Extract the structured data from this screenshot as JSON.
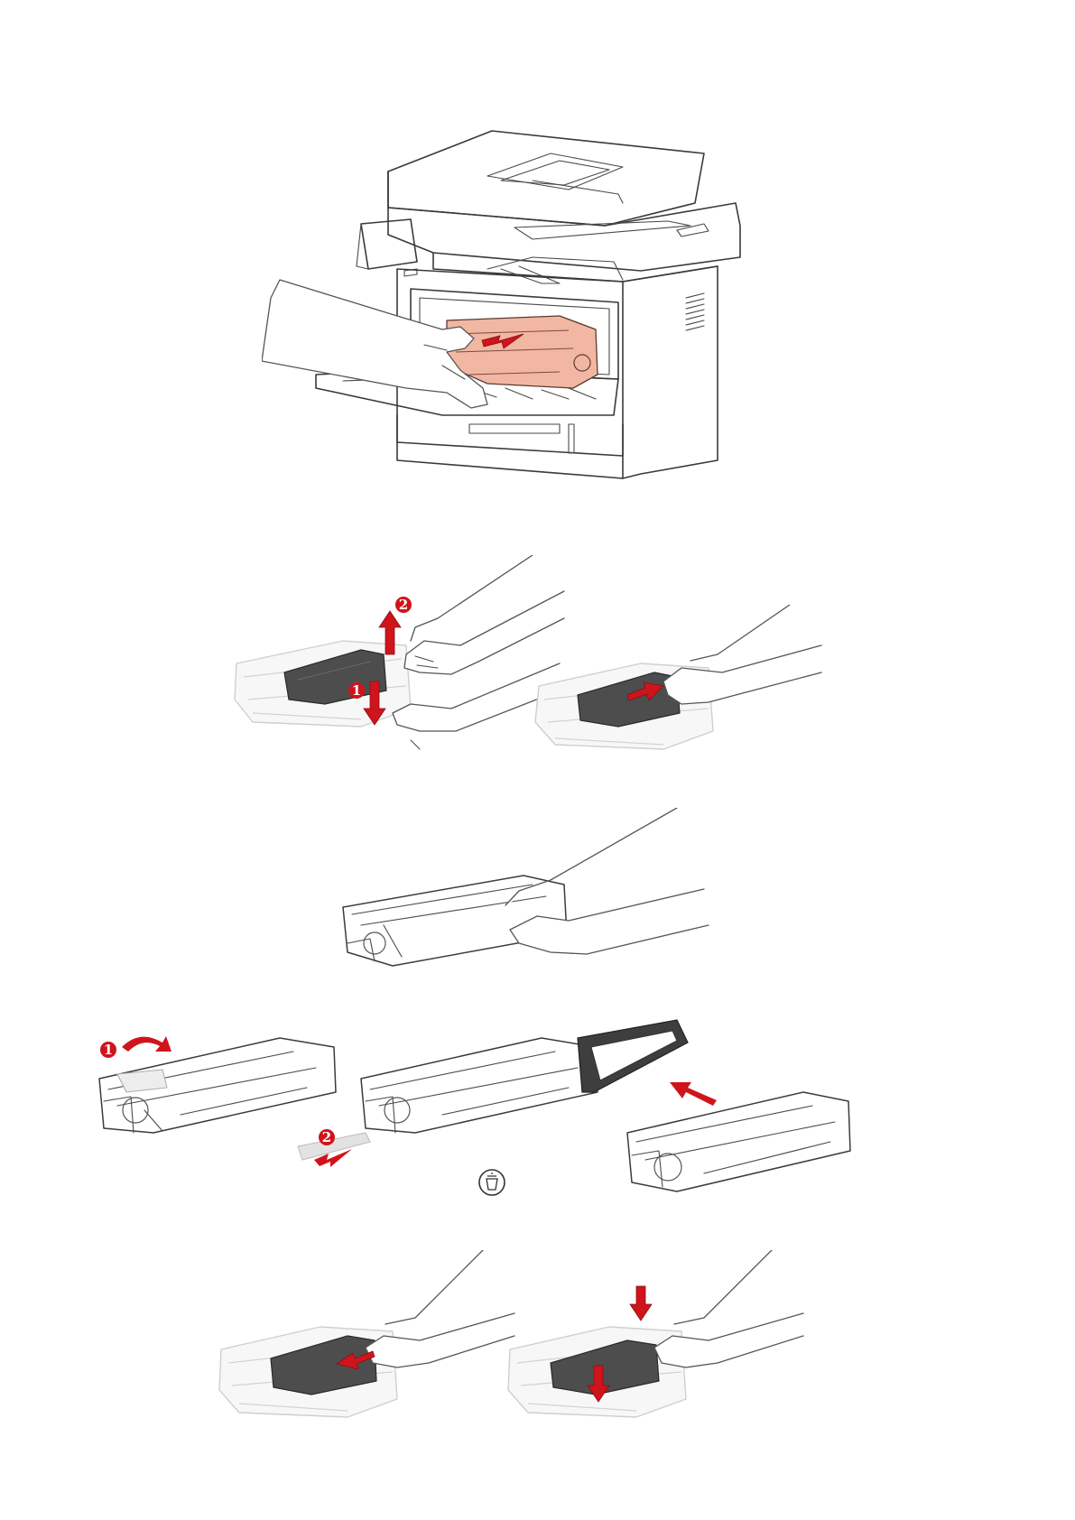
{
  "colors": {
    "accent_red": "#d0141c",
    "salmon_drum": "#f2b7a3",
    "line": "#3a3a3a",
    "ghost": "#d2d2d2",
    "cartridge_dark": "#4d4d4d"
  },
  "figures": [
    {
      "id": "printer-remove-drum",
      "icons": [
        "printer-illustration",
        "hand-illustration",
        "drum-unit-illustration",
        "red-pull-arrow-icon"
      ]
    },
    {
      "id": "release-toner-lever",
      "icons": [
        "hand-illustration",
        "toner-cartridge-illustration",
        "red-up-arrow-icon",
        "red-down-arrow-icon"
      ],
      "step_markers": [
        "1",
        "2"
      ]
    },
    {
      "id": "pull-toner-out",
      "icons": [
        "hand-illustration",
        "toner-cartridge-illustration",
        "red-right-arrow-icon"
      ]
    },
    {
      "id": "shake-new-toner",
      "icons": [
        "hand-illustration",
        "toner-cartridge-illustration"
      ]
    },
    {
      "id": "unpack-toner",
      "icons": [
        "toner-cartridge-illustration",
        "protective-cover-illustration",
        "red-curved-arrow-icon",
        "red-diagonal-arrow-icon",
        "recycle-icon"
      ],
      "step_markers": [
        "1",
        "2"
      ]
    },
    {
      "id": "insert-toner",
      "icons": [
        "hand-illustration",
        "toner-cartridge-illustration",
        "red-left-arrow-icon"
      ]
    },
    {
      "id": "press-toner-down",
      "icons": [
        "hand-illustration",
        "toner-cartridge-illustration",
        "red-down-arrow-icon"
      ]
    }
  ]
}
